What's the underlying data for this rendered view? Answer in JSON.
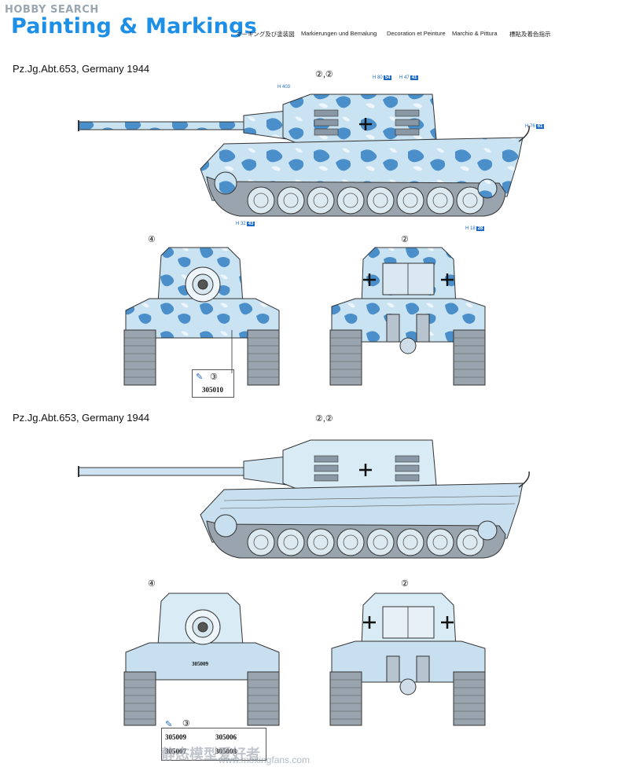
{
  "watermark_top": "HOBBY SEARCH",
  "header": {
    "title": "Painting & Markings",
    "languages": [
      "マーキング及び塗装図",
      "Markierungen und Bemalung",
      "Decoration et Peinture",
      "Marchio & Pittura",
      "標貼及着色指示"
    ]
  },
  "scheme1": {
    "label": "Pz.Jg.Abt.653, Germany 1944",
    "side_callout": "②,②",
    "tags": [
      {
        "prefix": "H 403",
        "num": ""
      },
      {
        "prefix": "H 80",
        "num": "54"
      },
      {
        "prefix": "H 47",
        "num": "41"
      },
      {
        "prefix": "H 76",
        "num": "61"
      },
      {
        "prefix": "H 32",
        "num": "43"
      },
      {
        "prefix": "H 18",
        "num": "28"
      }
    ],
    "front_callout": "④",
    "rear_callout": "②",
    "decal_number": "③",
    "serial": "305010"
  },
  "scheme2": {
    "label": "Pz.Jg.Abt.653, Germany 1944",
    "side_callout": "②,②",
    "front_callout": "④",
    "rear_callout": "②",
    "decal_number": "③",
    "serials": [
      "305009",
      "305006",
      "305007",
      "305008"
    ],
    "front_serial": "305009"
  },
  "watermark_bottom": "静态模型爱好者",
  "watermark_bottom_url": "www.moxingfans.com",
  "colors": {
    "title_blue": "#1d8fe6",
    "camo_light": "#c9e3f3",
    "camo_blue": "#4a8fc9",
    "camo_white": "#eef6fb",
    "hull_light": "#cfe4f1",
    "tag_blue": "#1c69c2"
  },
  "icons": [
    "brush-icon",
    "balkenkreuz-icon",
    "wheel-icon"
  ]
}
